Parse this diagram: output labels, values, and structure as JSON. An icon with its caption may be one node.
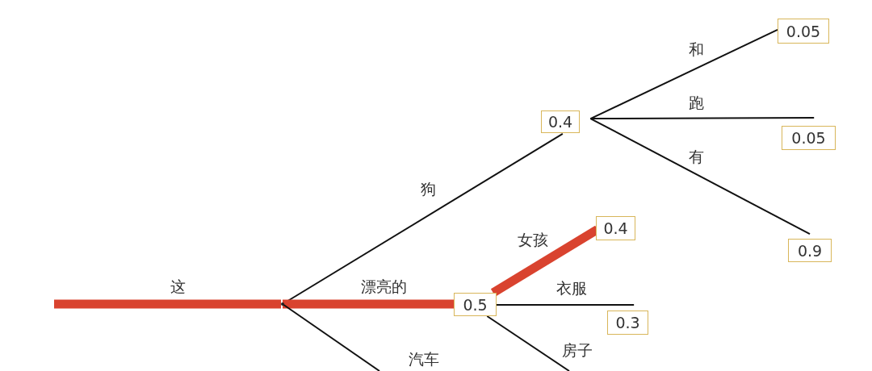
{
  "diagram": {
    "nodes": [
      {
        "text": [],
        "shape": "dot"
      },
      {
        "text": [
          "0.4"
        ]
      },
      {
        "text": [
          "0.05"
        ]
      },
      {
        "text": [
          "0.05"
        ]
      },
      {
        "text": [
          "0.9"
        ]
      },
      {
        "text": [
          "0.5"
        ]
      },
      {
        "text": [
          "0.4"
        ]
      },
      {
        "text": [
          "0.3"
        ]
      }
    ],
    "edges": [
      {
        "from": null,
        "to": 0,
        "arrow": "none",
        "label": "这",
        "style": "thick",
        "color": "#d9432f"
      },
      {
        "from": 0,
        "to": 1,
        "arrow": "none",
        "label": "狗"
      },
      {
        "from": 0,
        "to": 5,
        "arrow": "none",
        "label": "漂亮的",
        "style": "thick",
        "color": "#d9432f"
      },
      {
        "from": 0,
        "to": null,
        "arrow": "none",
        "label": "汽车"
      },
      {
        "from": 1,
        "to": 2,
        "arrow": "none",
        "label": "和"
      },
      {
        "from": 1,
        "to": 3,
        "arrow": "none",
        "label": "跑"
      },
      {
        "from": 1,
        "to": 4,
        "arrow": "none",
        "label": "有"
      },
      {
        "from": 5,
        "to": 6,
        "arrow": "none",
        "label": "女孩",
        "style": "thick",
        "color": "#d9432f"
      },
      {
        "from": 5,
        "to": 7,
        "arrow": "none",
        "label": "衣服"
      },
      {
        "from": 5,
        "to": null,
        "arrow": "none",
        "label": "房子"
      }
    ]
  }
}
